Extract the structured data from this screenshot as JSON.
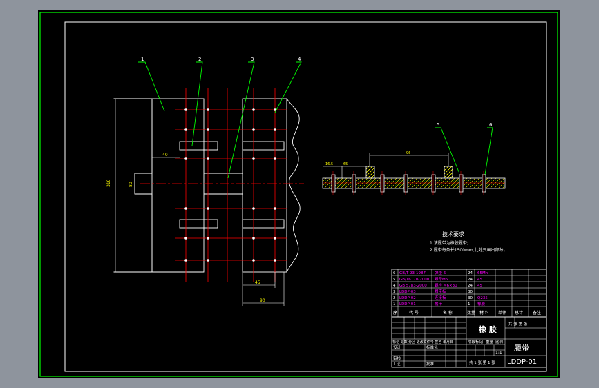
{
  "drawing": {
    "title_block": {
      "material": "橡 胶",
      "part_name": "履带",
      "drawing_number": "LDDP-01",
      "sheet_info": "共 1 张   第 1 张",
      "scale": "1:1",
      "labels": {
        "standardization": "标准化",
        "design": "设计",
        "review": "审核",
        "process": "工艺",
        "approve": "批准",
        "stage_mark": "阶段标记",
        "weight": "重量",
        "scale_label": "比例",
        "sheet": "共  张  第  张",
        "marks_header": "标记 处数 分区 更改文件号 签名 年月日"
      }
    },
    "technical_requirements": {
      "title": "技术要求",
      "items": [
        "1.该履带为橡胶履带;",
        "2.履带每条长1500mm,此处只画出部分。"
      ]
    },
    "bom": {
      "header": [
        "序",
        "代 号",
        "名 称",
        "数量",
        "材 料",
        "单件",
        "总计",
        "备注"
      ],
      "rows": [
        {
          "no": "6",
          "code": "GB/T 93-1987",
          "name": "弹垫 6",
          "qty": "24",
          "material": "65Mn"
        },
        {
          "no": "5",
          "code": "GB/T6170-2000",
          "name": "螺母M6",
          "qty": "24",
          "material": "45"
        },
        {
          "no": "4",
          "code": "GB 5783-2000",
          "name": "螺栓 M6×30",
          "qty": "24",
          "material": "45"
        },
        {
          "no": "3",
          "code": "LDDP-03",
          "name": "履带板",
          "qty": "30",
          "material": ""
        },
        {
          "no": "2",
          "code": "LDDP-02",
          "name": "连接板",
          "qty": "30",
          "material": "Q235"
        },
        {
          "no": "1",
          "code": "LDDP-01",
          "name": "履带",
          "qty": "1",
          "material": "橡胶"
        }
      ]
    },
    "leaders": [
      "1",
      "2",
      "3",
      "4",
      "5",
      "6"
    ],
    "dimensions": {
      "overall_height": "310",
      "side_height": "80",
      "slot_width": "40",
      "span_small": "45",
      "span_large": "90",
      "side_left_a": "16.5",
      "side_left_b": "65",
      "side_span": "96"
    },
    "colors": {
      "background": "#000000",
      "outline": "#ffffff",
      "centerline": "#ff0000",
      "leader": "#00ff00",
      "dim_text": "#ffff00",
      "bom_text": "#ff00ff",
      "hatch": "#ffff00",
      "frame": "#00ff00"
    }
  }
}
